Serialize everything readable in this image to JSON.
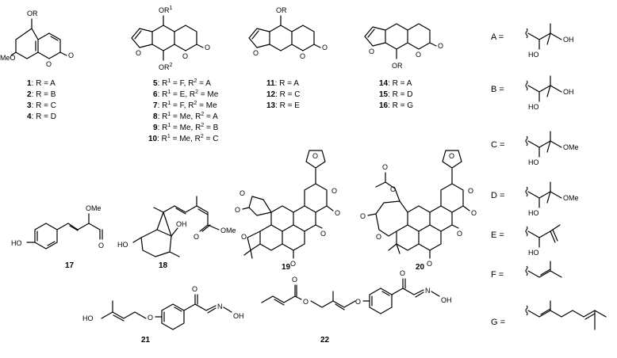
{
  "compounds": {
    "c1_4": {
      "substituent": "OR",
      "methoxy": "MeO",
      "carbonyl": "O",
      "ring_o": "O",
      "labels": [
        {
          "num": "1",
          "text": ": R = A"
        },
        {
          "num": "2",
          "text": ": R = B"
        },
        {
          "num": "3",
          "text": ": R = C"
        },
        {
          "num": "4",
          "text": ": R = D"
        }
      ]
    },
    "c5_10": {
      "top_sub": "OR",
      "top_sup": "1",
      "bottom_sub": "OR",
      "bottom_sup": "2",
      "carbonyl": "O",
      "ring_o": "O",
      "furan_o": "O",
      "labels": [
        {
          "num": "5",
          "p1": ": R",
          "s1": "1",
          "p2": " = F, R",
          "s2": "2",
          "p3": " = A"
        },
        {
          "num": "6",
          "p1": ": R",
          "s1": "1",
          "p2": " = E, R",
          "s2": "2",
          "p3": " = Me"
        },
        {
          "num": "7",
          "p1": ": R",
          "s1": "1",
          "p2": " = F, R",
          "s2": "2",
          "p3": " = Me"
        },
        {
          "num": "8",
          "p1": ": R",
          "s1": "1",
          "p2": " = Me, R",
          "s2": "2",
          "p3": " = A"
        },
        {
          "num": "9",
          "p1": ": R",
          "s1": "1",
          "p2": " = Me, R",
          "s2": "2",
          "p3": " = B"
        },
        {
          "num": "10",
          "p1": ": R",
          "s1": "1",
          "p2": " = Me, R",
          "s2": "2",
          "p3": " = C"
        }
      ]
    },
    "c11_13": {
      "substituent": "OR",
      "carbonyl": "O",
      "ring_o": "O",
      "furan_o": "O",
      "labels": [
        {
          "num": "11",
          "text": ": R = A"
        },
        {
          "num": "12",
          "text": ": R = C"
        },
        {
          "num": "13",
          "text": ": R = E"
        }
      ]
    },
    "c14_16": {
      "substituent": "OR",
      "carbonyl": "O",
      "ring_o": "O",
      "furan_o": "O",
      "labels": [
        {
          "num": "14",
          "text": ": R = A"
        },
        {
          "num": "15",
          "text": ": R = D"
        },
        {
          "num": "16",
          "text": ": R = G"
        }
      ]
    },
    "c17": {
      "num": "17",
      "ho": "HO",
      "ome": "OMe",
      "o": "O"
    },
    "c18": {
      "num": "18",
      "ho": "HO",
      "oh": "OH",
      "ome": "OMe",
      "o": "O"
    },
    "c19": {
      "num": "19",
      "o": "O"
    },
    "c20": {
      "num": "20",
      "o": "O"
    },
    "c21": {
      "num": "21",
      "ho": "HO",
      "o": "O",
      "n": "N",
      "oh": "OH"
    },
    "c22": {
      "num": "22",
      "o": "O",
      "n": "N",
      "oh": "OH"
    }
  },
  "side_chains": [
    {
      "key": "A",
      "eq": "A =",
      "ho": "HO",
      "oh": "OH"
    },
    {
      "key": "B",
      "eq": "B =",
      "ho": "HO",
      "oh": "OH"
    },
    {
      "key": "C",
      "eq": "C =",
      "ho": "HO",
      "ome": "OMe"
    },
    {
      "key": "D",
      "eq": "D =",
      "ho": "HO",
      "ome": "OMe"
    },
    {
      "key": "E",
      "eq": "E =",
      "ho": "HO"
    },
    {
      "key": "F",
      "eq": "F ="
    },
    {
      "key": "G",
      "eq": "G ="
    }
  ]
}
